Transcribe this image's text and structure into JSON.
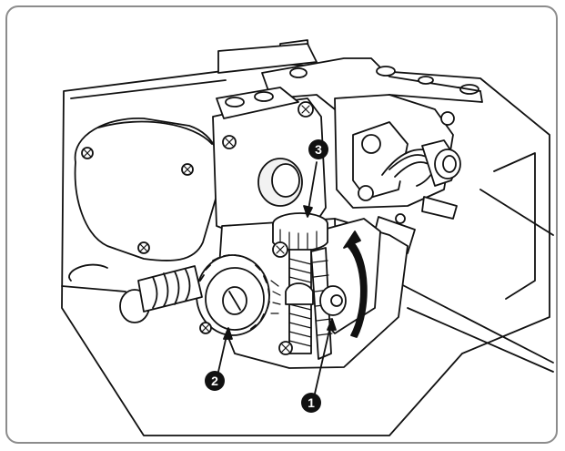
{
  "callouts": {
    "one": "1",
    "two": "2",
    "three": "3"
  },
  "colors": {
    "frame_border": "#8c8c8c",
    "ink": "#111111",
    "background": "#ffffff"
  }
}
